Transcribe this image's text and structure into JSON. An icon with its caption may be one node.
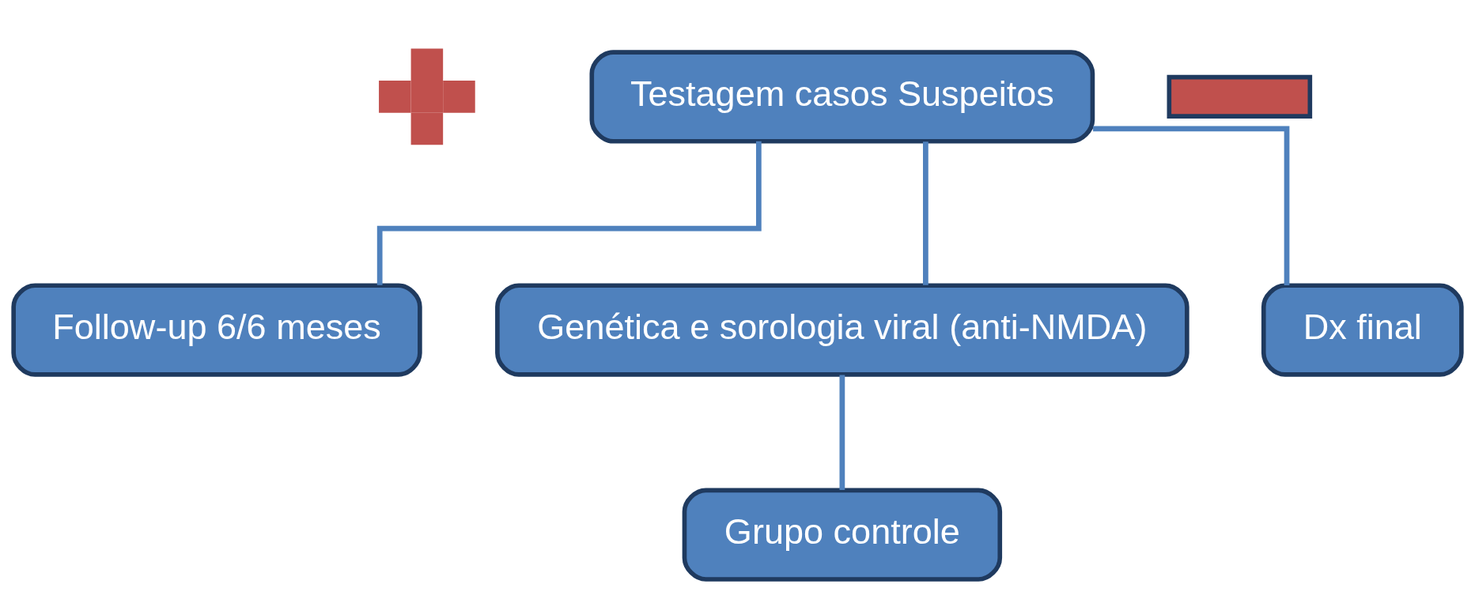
{
  "diagram": {
    "nodes": [
      {
        "text": [
          "Testagem casos Suspeitos"
        ]
      },
      {
        "text": [
          "Follow-up 6/6 meses"
        ]
      },
      {
        "text": [
          "Genética e sorologia viral (anti-NMDA)"
        ]
      },
      {
        "text": [
          "Grupo controle"
        ]
      },
      {
        "text": [
          "Dx final"
        ]
      },
      {
        "text": [],
        "shape": "cross"
      },
      {
        "text": [],
        "shape": "bar"
      }
    ],
    "edges": [
      {
        "from": 0,
        "to": 1,
        "arrow": "none"
      },
      {
        "from": 0,
        "to": 2,
        "arrow": "none"
      },
      {
        "from": 0,
        "to": 4,
        "arrow": "none"
      },
      {
        "from": 2,
        "to": 3,
        "arrow": "none"
      }
    ]
  }
}
